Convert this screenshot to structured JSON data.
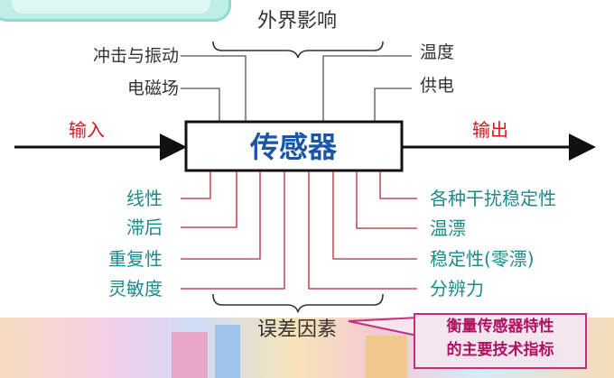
{
  "title_top": "外界影响",
  "title_bottom": "误差因素",
  "sensor": "传感器",
  "input_label": "输入",
  "output_label": "输出",
  "external_left": [
    "冲击与振动",
    "电磁场"
  ],
  "external_right": [
    "温度",
    "供电"
  ],
  "error_left": [
    "线性",
    "滞后",
    "重复性",
    "灵敏度"
  ],
  "error_right": [
    "各种干扰稳定性",
    "温漂",
    "稳定性(零漂)",
    "分辨力"
  ],
  "callout_lines": [
    "衡量传感器特性",
    "的主要技术指标"
  ],
  "colors": {
    "external_text": "#333333",
    "error_text": "#1f8a8a",
    "error_lines": "#b02a3a",
    "io_text": "#d4181e",
    "callout_text": "#b0105f"
  }
}
